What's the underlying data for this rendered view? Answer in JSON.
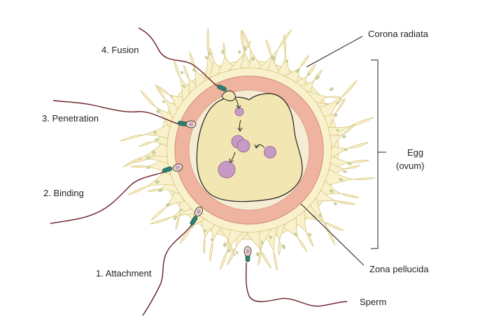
{
  "labels": {
    "fusion": "4. Fusion",
    "penetration": "3. Penetration",
    "binding": "2. Binding",
    "attachment": "1. Attachment",
    "corona_radiata": "Corona radiata",
    "egg": "Egg",
    "ovum": "(ovum)",
    "zona_pellucida": "Zona pellucida",
    "sperm": "Sperm"
  },
  "colors": {
    "corona_fill": "#f8f1cc",
    "corona_stroke": "#d9c77f",
    "corona_nucleus": "#c9d09a",
    "zona": "#efb49f",
    "zona_stroke": "#d6957f",
    "perivitelline": "#f6ecd3",
    "cytoplasm": "#f2e7b2",
    "pronucleus": "#c79ac6",
    "pronucleus_stroke": "#8c5f8b",
    "sperm_tail": "#6b1d25",
    "sperm_midpiece": "#2f7e70",
    "sperm_head": "#eadcc3",
    "line": "#231f20"
  }
}
